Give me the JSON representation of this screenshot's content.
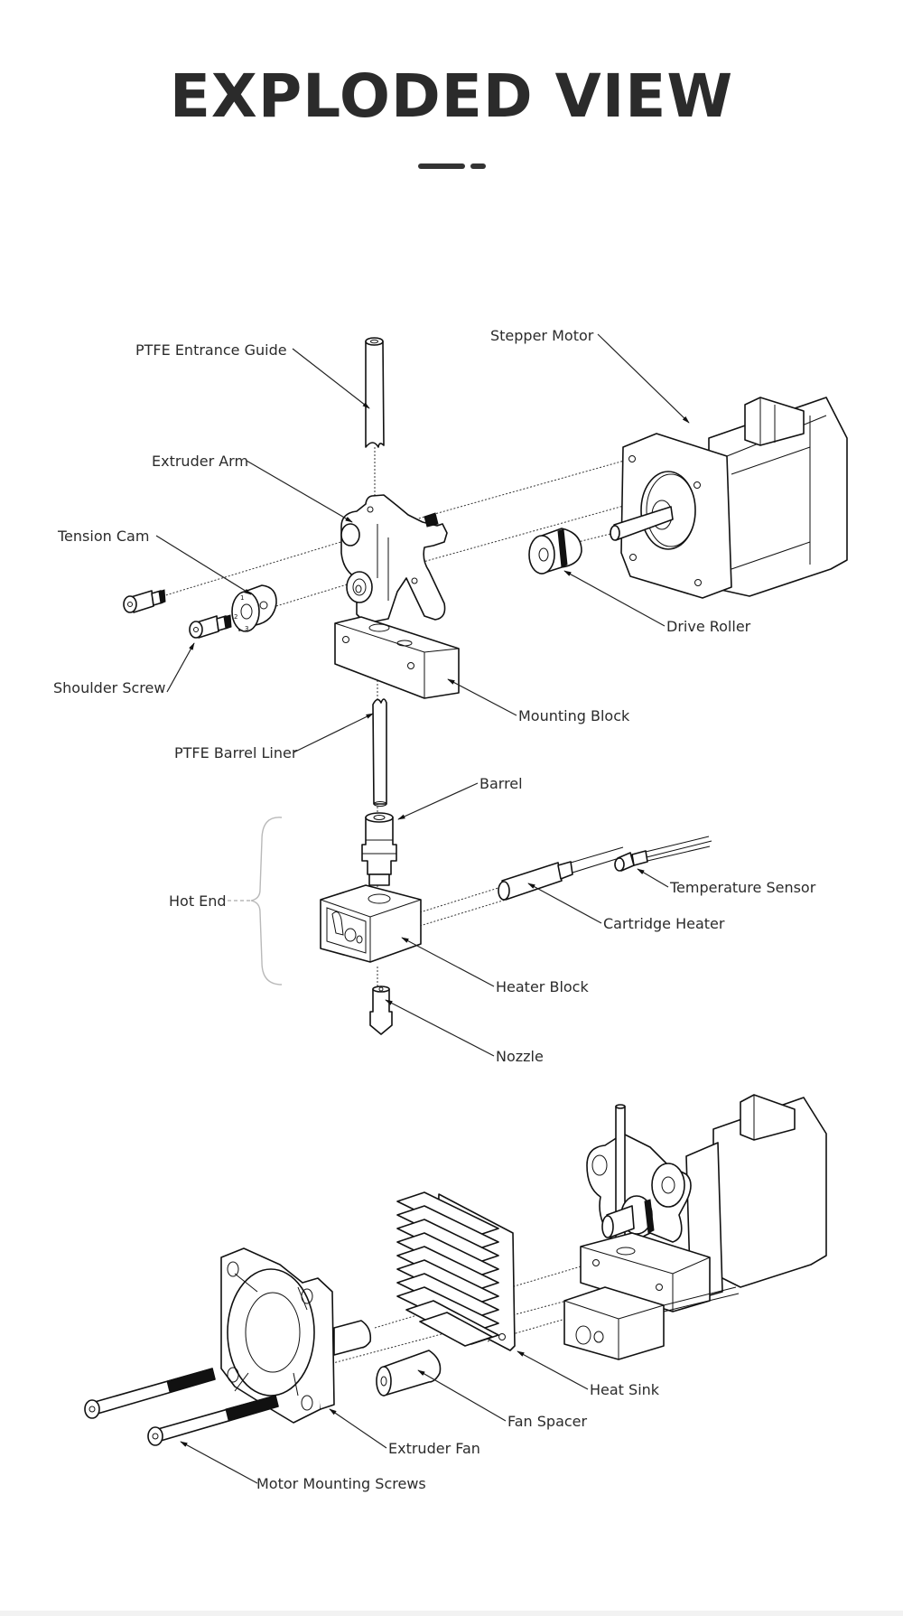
{
  "header": {
    "title": "EXPLODED VIEW"
  },
  "diagram": {
    "type": "exploded-assembly",
    "labels": {
      "ptfe_entrance_guide": "PTFE Entrance Guide",
      "stepper_motor": "Stepper Motor",
      "extruder_arm": "Extruder Arm",
      "tension_cam": "Tension Cam",
      "drive_roller": "Drive Roller",
      "shoulder_screw": "Shoulder Screw",
      "mounting_block": "Mounting Block",
      "ptfe_barrel_liner": "PTFE Barrel Liner",
      "barrel": "Barrel",
      "hot_end": "Hot End",
      "temperature_sensor": "Temperature Sensor",
      "cartridge_heater": "Cartridge Heater",
      "heater_block": "Heater Block",
      "nozzle": "Nozzle",
      "heat_sink": "Heat Sink",
      "fan_spacer": "Fan Spacer",
      "extruder_fan": "Extruder Fan",
      "motor_mounting_screws": "Motor Mounting Screws"
    },
    "tension_cam_marks": [
      "1",
      "2",
      "3"
    ]
  }
}
